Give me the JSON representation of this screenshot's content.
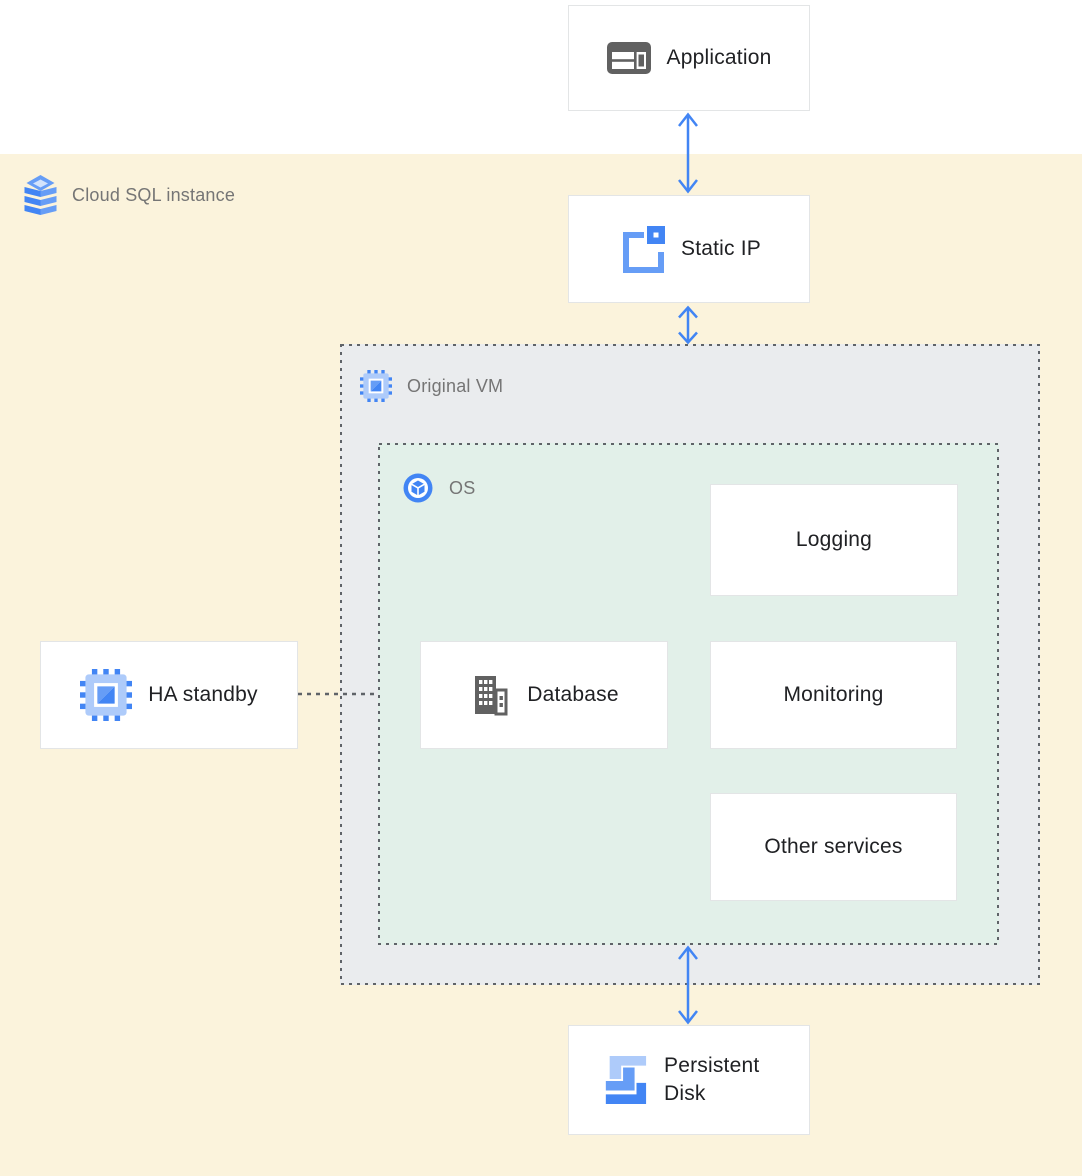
{
  "diagram": {
    "regions": {
      "cloud_sql": {
        "label": "Cloud SQL instance"
      },
      "original_vm": {
        "label": "Original VM"
      },
      "os": {
        "label": "OS"
      }
    },
    "nodes": {
      "application": {
        "label": "Application"
      },
      "static_ip": {
        "label": "Static IP"
      },
      "ha_standby": {
        "label": "HA standby"
      },
      "database": {
        "label": "Database"
      },
      "logging": {
        "label": "Logging"
      },
      "monitoring": {
        "label": "Monitoring"
      },
      "other_services": {
        "label": "Other services"
      },
      "persistent_disk": {
        "label": "Persistent Disk"
      }
    },
    "connections": [
      {
        "from": "application",
        "to": "static_ip",
        "type": "bidirectional-arrow"
      },
      {
        "from": "static_ip",
        "to": "original_vm",
        "type": "bidirectional-arrow"
      },
      {
        "from": "os",
        "to": "persistent_disk",
        "type": "bidirectional-arrow"
      },
      {
        "from": "ha_standby",
        "to": "os",
        "type": "dashed-line"
      }
    ],
    "icons": {
      "application": "application-window-icon",
      "cloud_sql": "cloud-sql-stack-icon",
      "static_ip": "static-ip-icon",
      "original_vm": "compute-engine-chip-icon",
      "os": "os-cube-circle-icon",
      "database": "database-building-icon",
      "ha_standby": "compute-engine-chip-icon",
      "persistent_disk": "persistent-disk-icon"
    },
    "colors": {
      "cloud_sql_region_bg": "#FBF3DC",
      "vm_region_bg": "#EAECEE",
      "os_region_bg": "#E2F0E9",
      "dashed_border": "#5F6368",
      "node_border": "#E3E5E6",
      "node_text": "#202124",
      "region_label_text": "#757575",
      "arrow_blue": "#4285F4",
      "blue": "#4285F4",
      "blue_light": "#669DF6",
      "blue_pale": "#AECBFA",
      "blue_faint": "#D2E3FC",
      "icon_gray": "#616161"
    }
  }
}
